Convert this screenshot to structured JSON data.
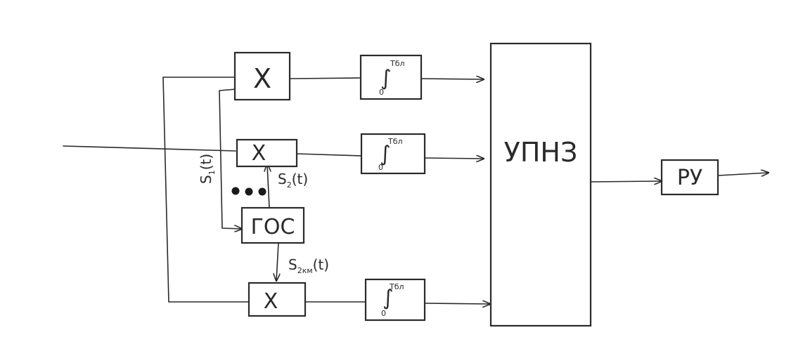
{
  "multiplier_label": "X",
  "integrator": {
    "upper_limit": "Tбл",
    "lower_limit": "0",
    "symbol": "∫"
  },
  "generator_label": "ГОС",
  "decision_block_label": "УПНЗ",
  "output_block_label": "РУ",
  "signals": {
    "s1_prefix": "S",
    "s1_sub": "1",
    "s1_arg": "(t)",
    "s2_prefix": "S",
    "s2_sub": "2",
    "s2_arg": "(t)",
    "s2k_prefix": "S",
    "s2k_sub": "2км",
    "s2k_arg": "(t)"
  }
}
